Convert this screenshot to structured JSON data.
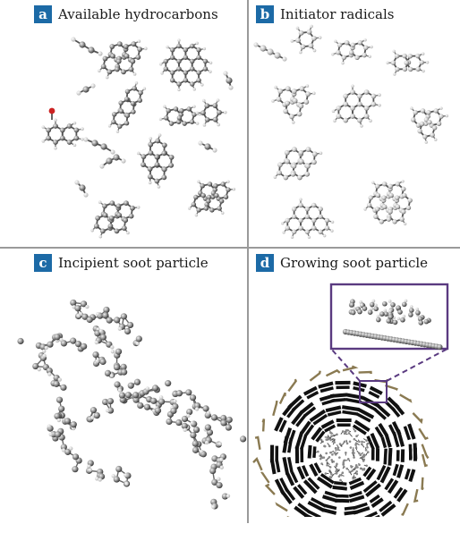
{
  "panels": {
    "a": {
      "letter": "a",
      "title": "Available hydrocarbons"
    },
    "b": {
      "letter": "b",
      "title": "Initiator radicals"
    },
    "c": {
      "letter": "c",
      "title": "Incipient soot particle"
    },
    "d": {
      "letter": "d",
      "title": "Growing soot particle"
    }
  },
  "colors": {
    "badge": "#1c6aa6",
    "inset_frame": "#5a3a80",
    "shell_chains": "#8a7a52",
    "layers": "#111111",
    "oxygen_atom": "#cc2222"
  }
}
